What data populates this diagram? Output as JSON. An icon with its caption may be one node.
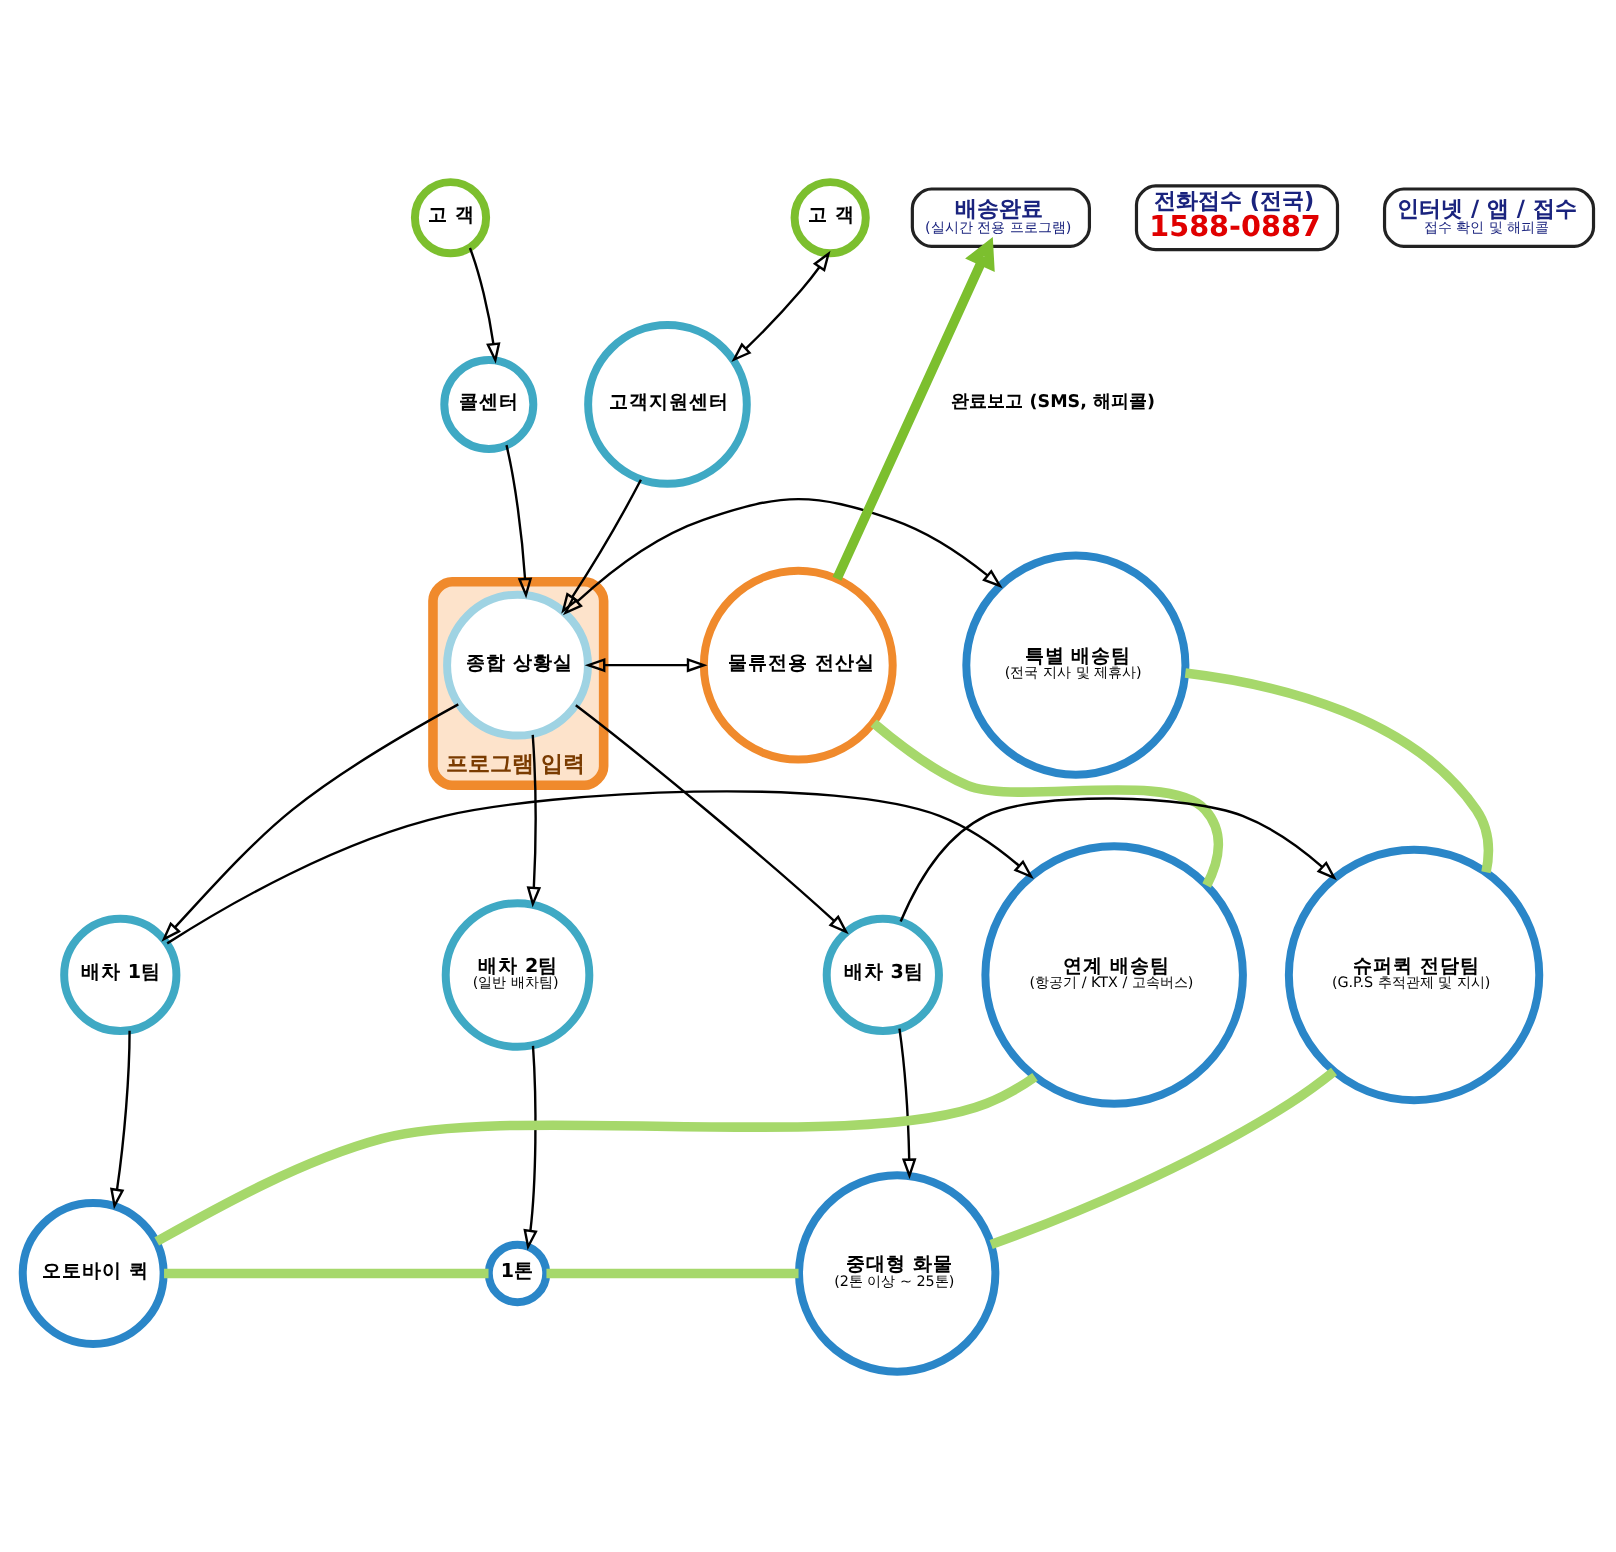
{
  "diagram": {
    "nodes": [
      {
        "text": [
          "고 객"
        ]
      },
      {
        "text": [
          "고 객"
        ]
      },
      {
        "text": [
          "콜센터"
        ]
      },
      {
        "text": [
          "고객지원센터"
        ]
      },
      {
        "text": [
          "프로그램 입력"
        ]
      },
      {
        "text": [
          "종합 상황실"
        ],
        "in": 4
      },
      {
        "text": [
          "물류전용 전산실"
        ]
      },
      {
        "text": [
          "특별 배송팀",
          "(전국 지사 및 제휴사)"
        ]
      },
      {
        "text": [
          "배차 1팀"
        ]
      },
      {
        "text": [
          "배차 2팀",
          "(일반 배차팀)"
        ]
      },
      {
        "text": [
          "배차 3팀"
        ]
      },
      {
        "text": [
          "연계 배송팀",
          "(항공기 / KTX / 고속버스)"
        ]
      },
      {
        "text": [
          "슈퍼퀵 전담팀",
          "(G.P.S 추적관제 및 지시)"
        ]
      },
      {
        "text": [
          "오토바이 퀵"
        ]
      },
      {
        "text": [
          "1톤"
        ]
      },
      {
        "text": [
          "중대형 화물",
          "(2톤 이상 ~ 25톤)"
        ]
      },
      {
        "text": [
          "배송완료",
          "(실시간 전용 프로그램)"
        ]
      },
      {
        "text": [
          "전화접수 (전국)",
          "1588-0887"
        ]
      },
      {
        "text": [
          "인터넷 / 앱 / 접수",
          "접수 확인 및 해피콜"
        ]
      }
    ],
    "edges": [
      {
        "from": 0,
        "to": 2,
        "arrow": "to"
      },
      {
        "from": 1,
        "to": 3,
        "arrow": "both"
      },
      {
        "from": 2,
        "to": 5,
        "arrow": "to"
      },
      {
        "from": 3,
        "to": 5,
        "arrow": "to"
      },
      {
        "from": 6,
        "to": 5,
        "arrow": "both"
      },
      {
        "from": 5,
        "to": 7,
        "arrow": "both"
      },
      {
        "from": 5,
        "to": 8,
        "arrow": "to"
      },
      {
        "from": 5,
        "to": 9,
        "arrow": "to"
      },
      {
        "from": 5,
        "to": 10,
        "arrow": "to"
      },
      {
        "from": 8,
        "to": 11,
        "arrow": "to"
      },
      {
        "from": 8,
        "to": 13,
        "arrow": "to"
      },
      {
        "from": 9,
        "to": 14,
        "arrow": "to"
      },
      {
        "from": 10,
        "to": 15,
        "arrow": "to"
      },
      {
        "from": 10,
        "to": 12,
        "arrow": "to"
      },
      {
        "from": 6,
        "to": 16,
        "arrow": "to",
        "label": "완료보고 (SMS, 해피콜)",
        "style": "thick",
        "color": "#7cbf2e"
      },
      {
        "from": 6,
        "to": 11,
        "arrow": "none",
        "style": "thick",
        "color": "#a6d86b"
      },
      {
        "from": 11,
        "to": 13,
        "arrow": "none",
        "style": "thick",
        "color": "#a6d86b"
      },
      {
        "from": 13,
        "to": 14,
        "arrow": "none",
        "style": "thick",
        "color": "#a6d86b"
      },
      {
        "from": 14,
        "to": 15,
        "arrow": "none",
        "style": "thick",
        "color": "#a6d86b"
      },
      {
        "from": 15,
        "to": 12,
        "arrow": "none",
        "style": "thick",
        "color": "#a6d86b"
      },
      {
        "from": 12,
        "to": 7,
        "arrow": "none",
        "style": "thick",
        "color": "#a6d86b"
      }
    ]
  }
}
